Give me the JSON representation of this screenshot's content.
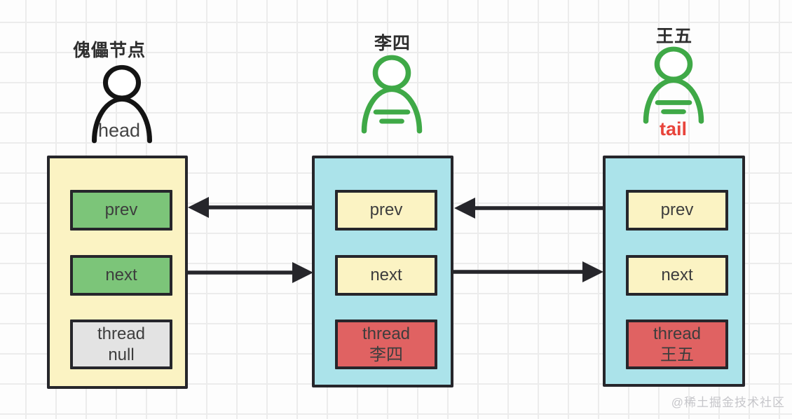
{
  "colors": {
    "ink": "#26262b",
    "node_yellow": "#fbf3c3",
    "node_cyan": "#abe3ea",
    "green_box": "#7cc579",
    "gray_box": "#e3e3e3",
    "red_box": "#e06262",
    "icon_black": "#141414",
    "icon_green": "#3fa947",
    "head_text": "#454545",
    "tail_text": "#e8443b",
    "watermark_gray": "#c6c6ca"
  },
  "actors": [
    {
      "label": "傀儡节点",
      "pointer": "head",
      "pointer_color": "#454545",
      "icon_color": "#141414"
    },
    {
      "label": "李四",
      "pointer": "",
      "pointer_color": "",
      "icon_color": "#3fa947"
    },
    {
      "label": "王五",
      "pointer": "tail",
      "pointer_color": "#e8443b",
      "icon_color": "#3fa947"
    }
  ],
  "nodes": [
    {
      "fill": "#fbf3c3",
      "fields": [
        {
          "fill": "#7cc579",
          "lines": [
            "prev"
          ]
        },
        {
          "fill": "#7cc579",
          "lines": [
            "next"
          ]
        },
        {
          "fill": "#e3e3e3",
          "lines": [
            "thread",
            "null"
          ]
        }
      ]
    },
    {
      "fill": "#abe3ea",
      "fields": [
        {
          "fill": "#fbf3c3",
          "lines": [
            "prev"
          ]
        },
        {
          "fill": "#fbf3c3",
          "lines": [
            "next"
          ]
        },
        {
          "fill": "#e06262",
          "lines": [
            "thread",
            "李四"
          ]
        }
      ]
    },
    {
      "fill": "#abe3ea",
      "fields": [
        {
          "fill": "#fbf3c3",
          "lines": [
            "prev"
          ]
        },
        {
          "fill": "#fbf3c3",
          "lines": [
            "next"
          ]
        },
        {
          "fill": "#e06262",
          "lines": [
            "thread",
            "王五"
          ]
        }
      ]
    }
  ],
  "watermark": "@稀土掘金技术社区"
}
